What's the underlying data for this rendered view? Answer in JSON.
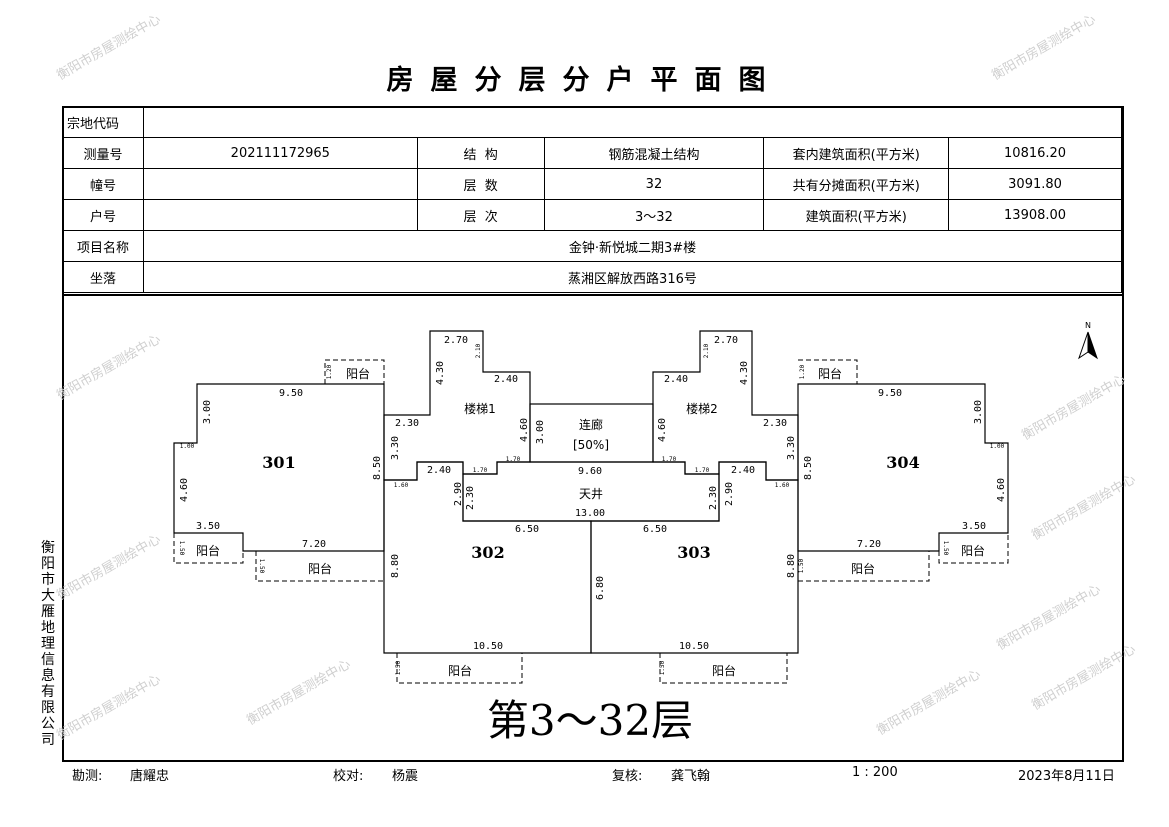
{
  "title": "房屋分层分户平面图",
  "info": {
    "parcel_code_label": "宗地代码",
    "parcel_code": "",
    "survey_no_label": "测量号",
    "survey_no": "202111172965",
    "structure_label": "结  构",
    "structure": "钢筋混凝土结构",
    "inner_area_label": "套内建筑面积(平方米)",
    "inner_area": "10816.20",
    "building_no_label": "幢号",
    "building_no": "",
    "floors_label": "层  数",
    "floors": "32",
    "shared_area_label": "共有分摊面积(平方米)",
    "shared_area": "3091.80",
    "unit_no_label": "户号",
    "unit_no": "",
    "floor_range_label": "层  次",
    "floor_range": "3～32",
    "building_area_label": "建筑面积(平方米)",
    "building_area": "13908.00",
    "project_label": "项目名称",
    "project": "金钟·新悦城二期3#楼",
    "location_label": "坐落",
    "location": "蒸湘区解放西路316号"
  },
  "plan": {
    "rooms": [
      "301",
      "302",
      "303",
      "304"
    ],
    "stairs1": "楼梯1",
    "stairs2": "楼梯2",
    "corridor": "连廊",
    "corridor_share": "[50%]",
    "courtyard": "天井",
    "balcony": "阳台",
    "north": "N",
    "floor_title": "第3～32层",
    "dims": [
      "9.50",
      "3.00",
      "4.60",
      "3.50",
      "7.20",
      "8.50",
      "3.30",
      "2.30",
      "8.80",
      "2.70",
      "2.10",
      "4.30",
      "2.40",
      "4.60",
      "3.00",
      "2.40",
      "2.90",
      "2.30",
      "1.70",
      "1.70",
      "1.60",
      "6.50",
      "9.60",
      "13.00",
      "6.50",
      "10.50",
      "10.50",
      "6.80",
      "2.70",
      "2.10",
      "4.30",
      "2.40",
      "4.60",
      "2.30",
      "3.30",
      "8.50",
      "8.80",
      "2.40",
      "2.90",
      "2.30",
      "1.70",
      "1.70",
      "1.60",
      "9.50",
      "3.00",
      "4.60",
      "3.50",
      "7.20"
    ],
    "small_dims": [
      "1.50",
      "1.20",
      "1.00"
    ]
  },
  "watermark": "衡阳市房屋测绘中心",
  "company": "衡阳市大雁地理信息有限公司",
  "footer": {
    "surveyor_label": "勘测:",
    "surveyor": "唐耀忠",
    "checker_label": "校对:",
    "checker": "杨震",
    "reviewer_label": "复核:",
    "reviewer": "龚飞翰",
    "scale": "1 : 200",
    "date": "2023年8月11日"
  }
}
